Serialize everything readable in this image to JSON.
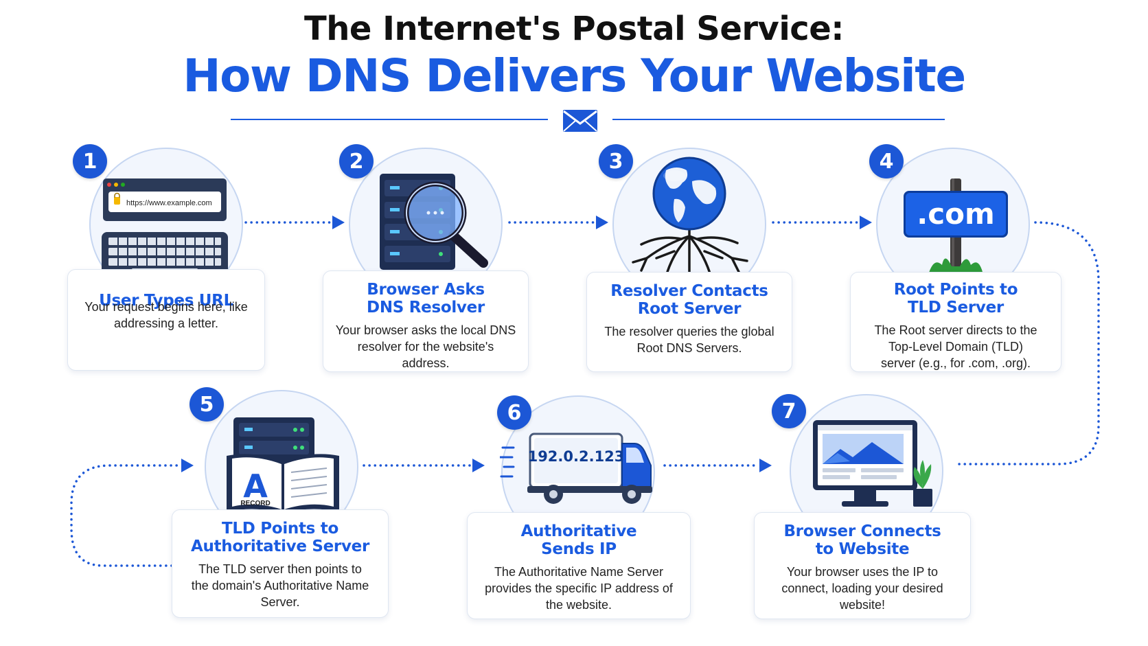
{
  "header": {
    "title_line1": "The Internet's Postal Service:",
    "title_line2": "How DNS Delivers Your Website"
  },
  "colors": {
    "accent": "#1a5be0",
    "badge": "#1c57d6",
    "circle_bg": "#f2f6fd"
  },
  "steps": [
    {
      "number": "1",
      "title_1": "User Types URL",
      "title_2": "",
      "body": "Your request begins here, like addressing a letter.",
      "icon": "keyboard-browser-icon",
      "url": "https://www.example.com"
    },
    {
      "number": "2",
      "title_1": "Browser Asks",
      "title_2": "DNS Resolver",
      "body": "Your browser asks the local DNS resolver for the website's address.",
      "icon": "server-magnifier-icon"
    },
    {
      "number": "3",
      "title_1": "Resolver Contacts",
      "title_2": "Root Server",
      "body": "The resolver queries the global Root DNS Servers.",
      "icon": "globe-roots-icon"
    },
    {
      "number": "4",
      "title_1": "Root Points to",
      "title_2": "TLD Server",
      "body": "The Root server directs to the Top-Level Domain (TLD) server (e.g., for .com, .org).",
      "icon": "com-signpost-icon",
      "sign": ".com"
    },
    {
      "number": "5",
      "title_1": "TLD Points to",
      "title_2": "Authoritative Server",
      "body": "The TLD server then points to the domain's Authoritative Name Server.",
      "icon": "server-record-book-icon",
      "book_letter": "A",
      "book_label": "RECORD"
    },
    {
      "number": "6",
      "title_1": "Authoritative",
      "title_2": "Sends IP",
      "body": "The Authoritative Name Server provides the specific IP address of the website.",
      "icon": "delivery-truck-icon",
      "ip": "192.0.2.123"
    },
    {
      "number": "7",
      "title_1": "Browser Connects",
      "title_2": "to Website",
      "body": "Your browser uses the IP to connect, loading your desired website!",
      "icon": "monitor-website-icon"
    }
  ]
}
